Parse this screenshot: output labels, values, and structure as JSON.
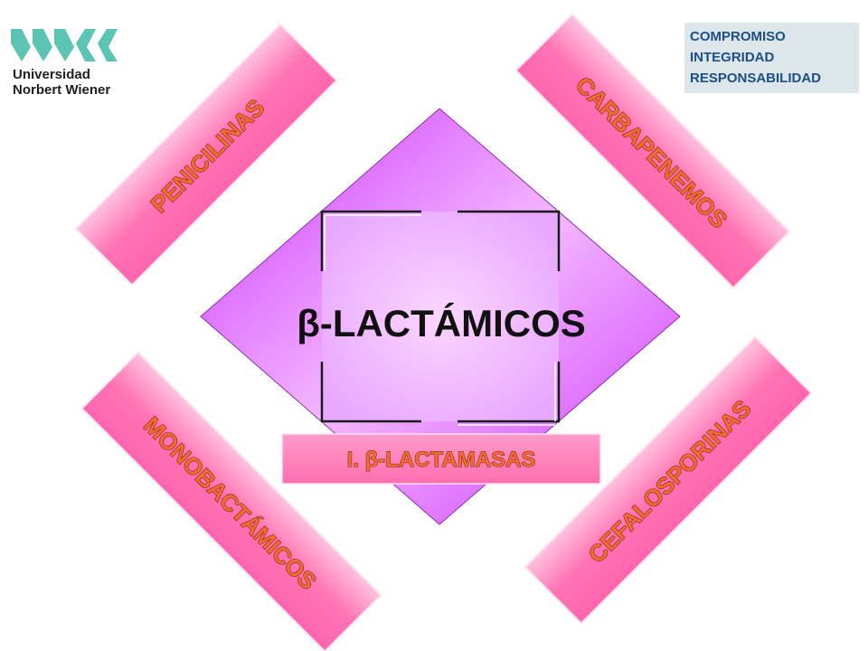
{
  "logo": {
    "line1": "Universidad",
    "line2": "Norbert Wiener",
    "brand_color": "#5bc4b3"
  },
  "values_box": {
    "items": [
      "COMPROMISO",
      "INTEGRIDAD",
      "RESPONSABILIDAD"
    ],
    "text_color": "#1c4f87"
  },
  "diagram": {
    "center": "β-LACTÁMICOS",
    "inhibitor": "I. β-LACTAMASAS",
    "bands": {
      "top_left": "PENICILINAS",
      "top_right": "CARBAPENEMOS",
      "bottom_left": "MONOBACTÁMICOS",
      "bottom_right": "CEFALOSPORINAS"
    },
    "colors": {
      "band": "#ff73b4",
      "band_edge": "#fff0f6",
      "diamond_dark": "#cc33ff",
      "diamond_light": "#f4b8ff",
      "square": "#f2b8ff",
      "label": "#f36a2f"
    }
  }
}
